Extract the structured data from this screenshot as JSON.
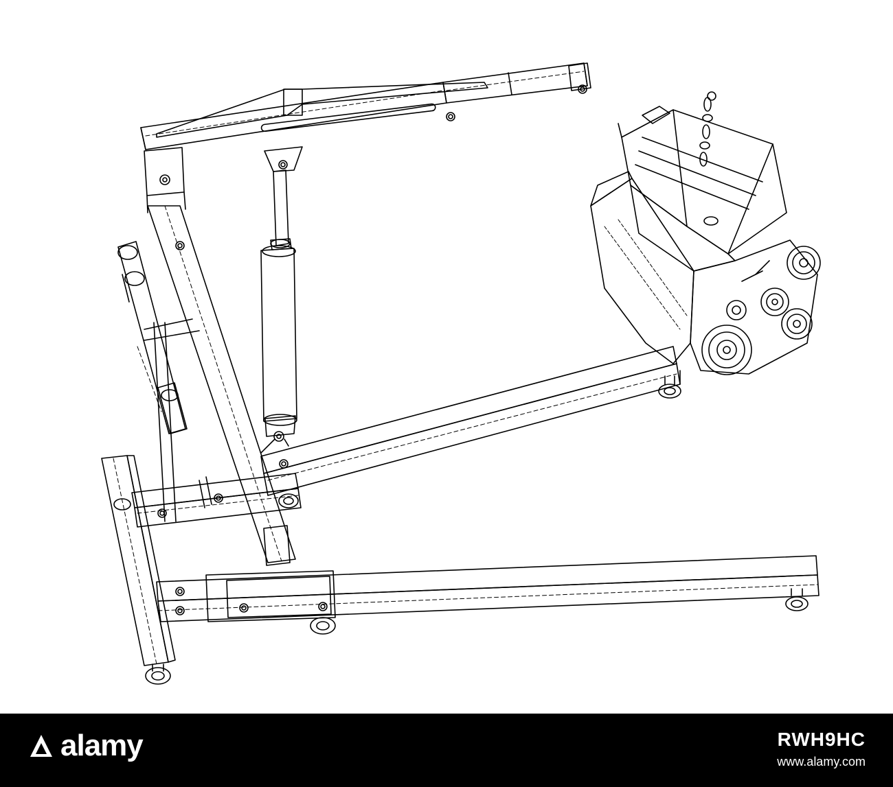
{
  "illustration": {
    "subject": "engine-crane-wireframe",
    "stroke_color": "#000000",
    "background_color": "#ffffff"
  },
  "footer": {
    "background_color": "#000000",
    "text_color": "#ffffff",
    "brand": "alamy",
    "image_id": "RWH9HC",
    "site_url": "www.alamy.com"
  }
}
